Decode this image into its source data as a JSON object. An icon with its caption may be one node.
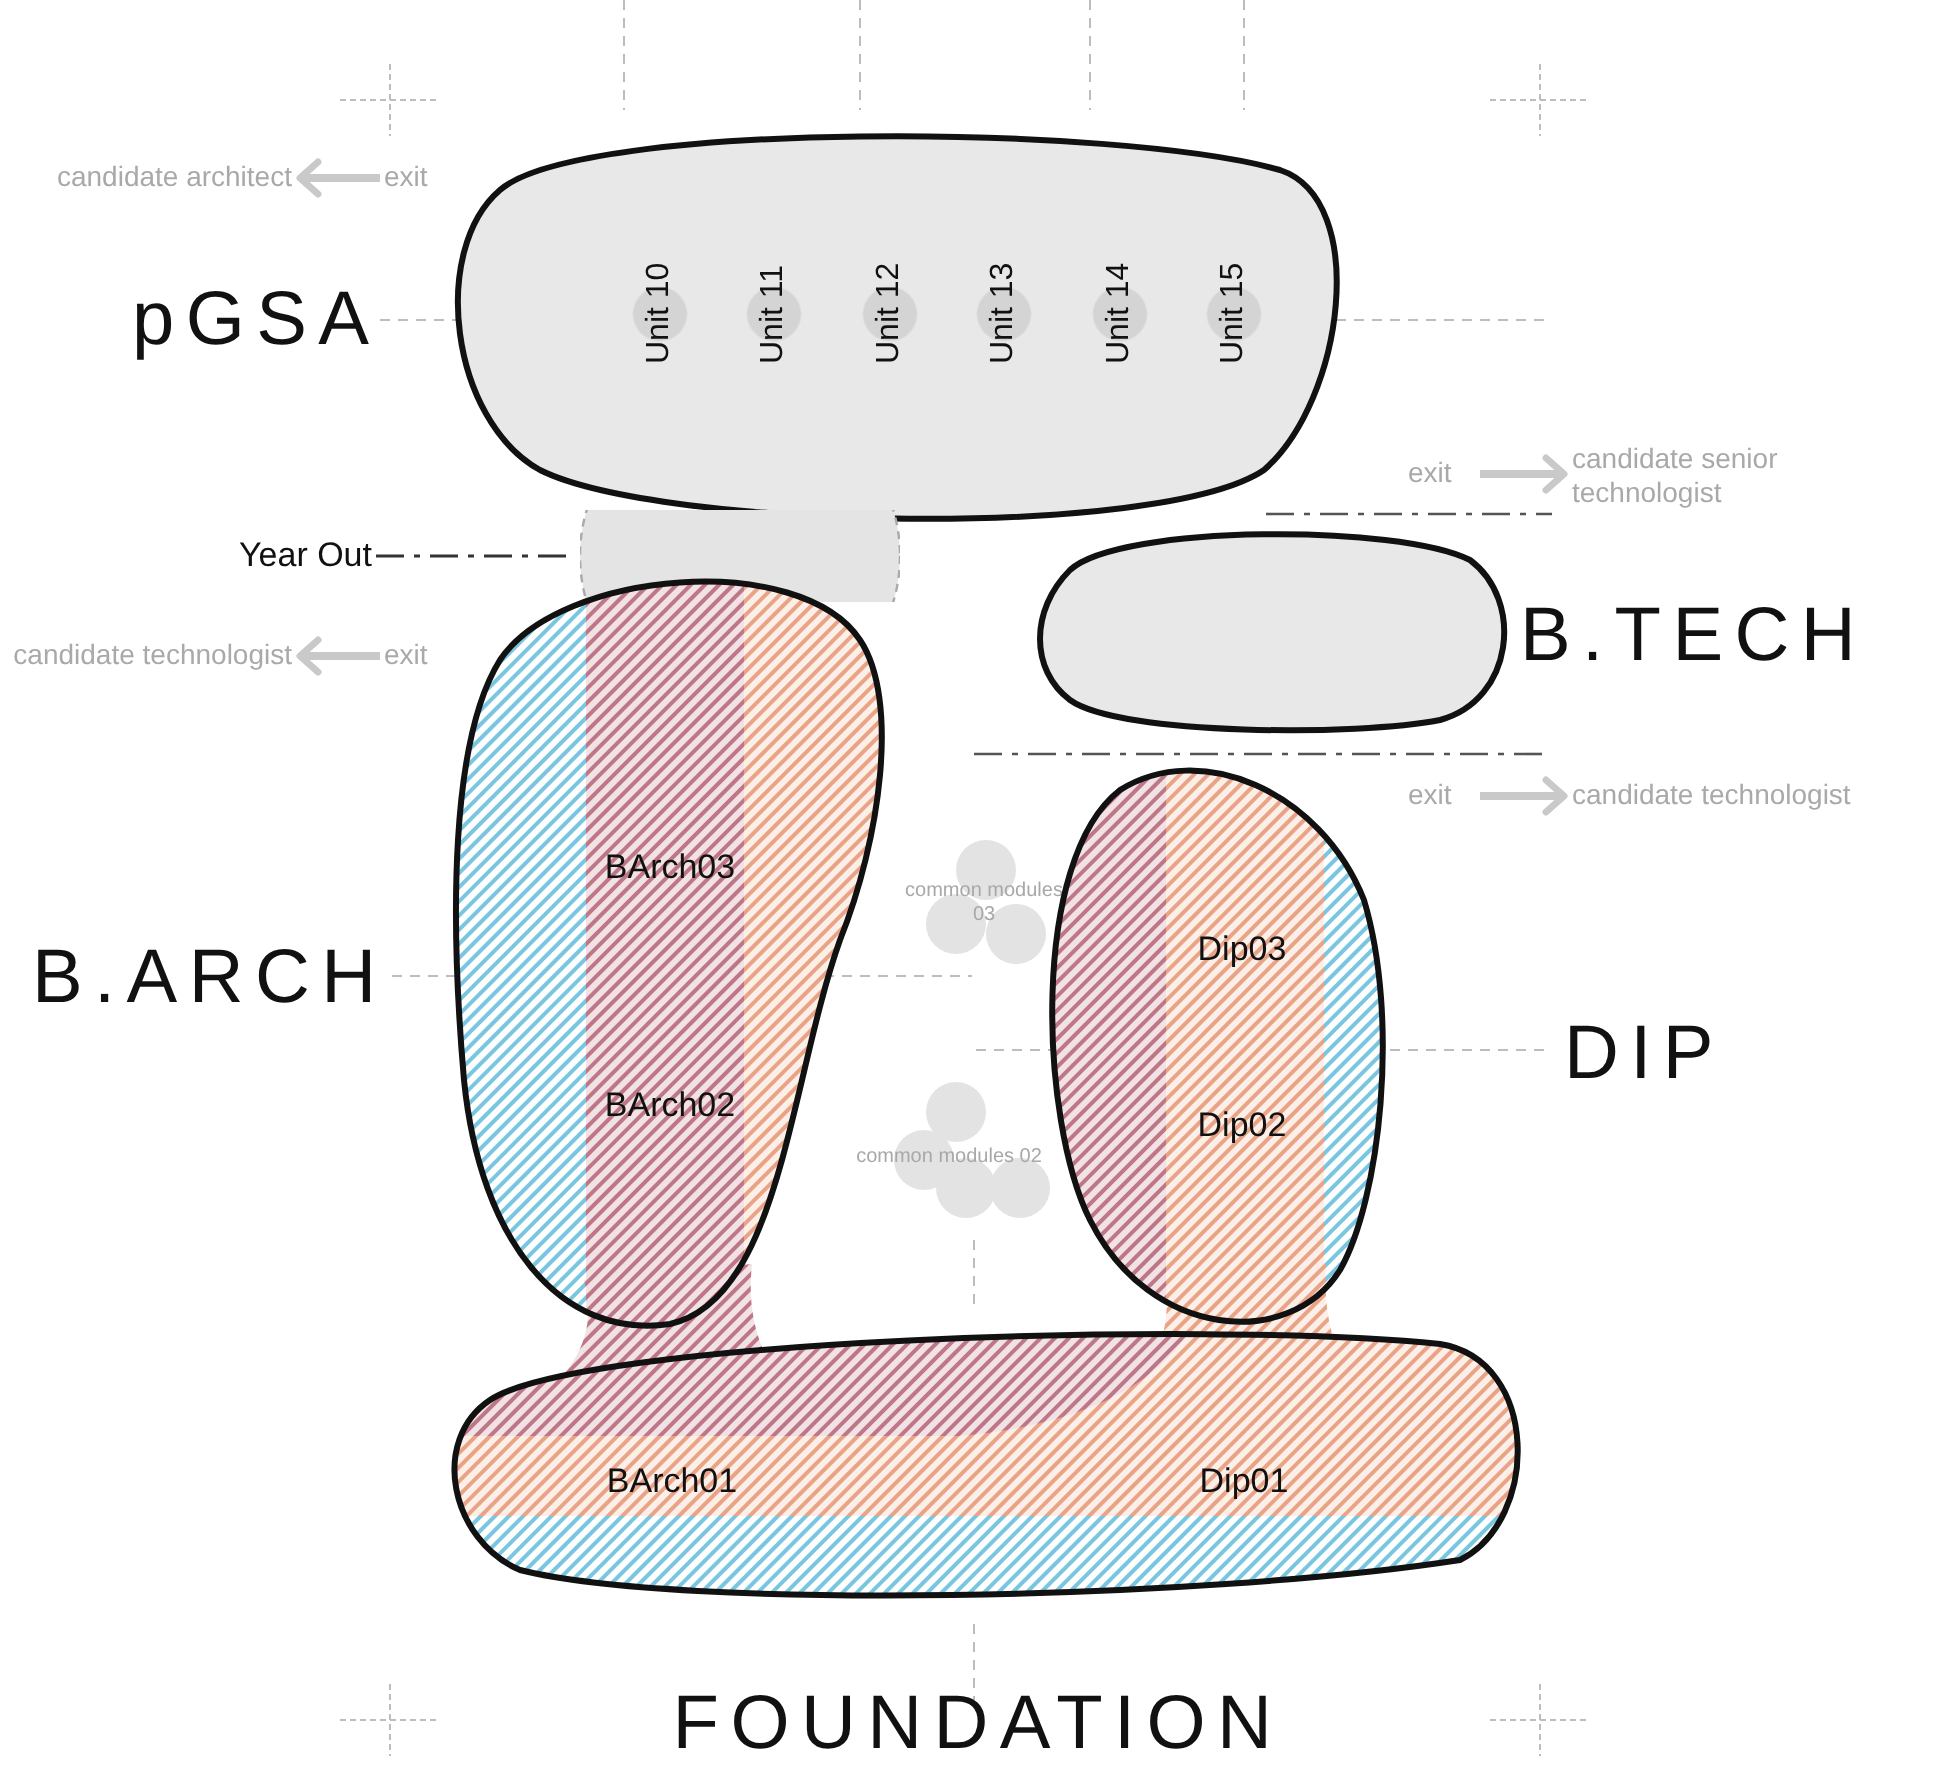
{
  "diagram": {
    "nodes": [
      {
        "text": [
          "exit"
        ]
      },
      {
        "text": [
          "candidate architect"
        ]
      },
      {
        "text": [
          "pGSA"
        ]
      },
      {
        "text": [
          "Unit 10"
        ],
        "in": 2
      },
      {
        "text": [
          "Unit 11"
        ],
        "in": 2
      },
      {
        "text": [
          "Unit 12"
        ],
        "in": 2
      },
      {
        "text": [
          "Unit 13"
        ],
        "in": 2
      },
      {
        "text": [
          "Unit 14"
        ],
        "in": 2
      },
      {
        "text": [
          "Unit 15"
        ],
        "in": 2
      },
      {
        "text": [
          "exit"
        ]
      },
      {
        "text": [
          "candidate senior technologist"
        ]
      },
      {
        "text": [
          "Year Out"
        ]
      },
      {
        "text": [],
        "shape": "circle"
      },
      {
        "text": [
          "B.TECH"
        ]
      },
      {
        "text": [
          "exit"
        ]
      },
      {
        "text": [
          "candidate technologist"
        ]
      },
      {
        "text": [
          "exit"
        ]
      },
      {
        "text": [
          "candidate technologist"
        ]
      },
      {
        "text": [
          "B.ARCH"
        ]
      },
      {
        "text": [
          "BArch03"
        ],
        "in": 18
      },
      {
        "text": [
          "BArch02"
        ],
        "in": 18
      },
      {
        "text": [
          "common modules 03"
        ]
      },
      {
        "text": [
          "DIP"
        ]
      },
      {
        "text": [
          "Dip03"
        ],
        "in": 22
      },
      {
        "text": [
          "Dip02"
        ],
        "in": 22
      },
      {
        "text": [
          "common modules 02"
        ]
      },
      {
        "text": [
          "FOUNDATION"
        ]
      },
      {
        "text": [
          "BArch01"
        ],
        "in": 26
      },
      {
        "text": [
          "Dip01"
        ],
        "in": 26
      }
    ],
    "edges": [
      {
        "from": 0,
        "to": 1,
        "arrow": "to"
      },
      {
        "from": 9,
        "to": 10,
        "arrow": "to"
      },
      {
        "from": 11,
        "to": 12,
        "arrow": "none",
        "style": "dashed",
        "color": "#333333"
      },
      {
        "from": 14,
        "to": 15,
        "arrow": "to"
      },
      {
        "from": 16,
        "to": 17,
        "arrow": "to"
      }
    ]
  }
}
